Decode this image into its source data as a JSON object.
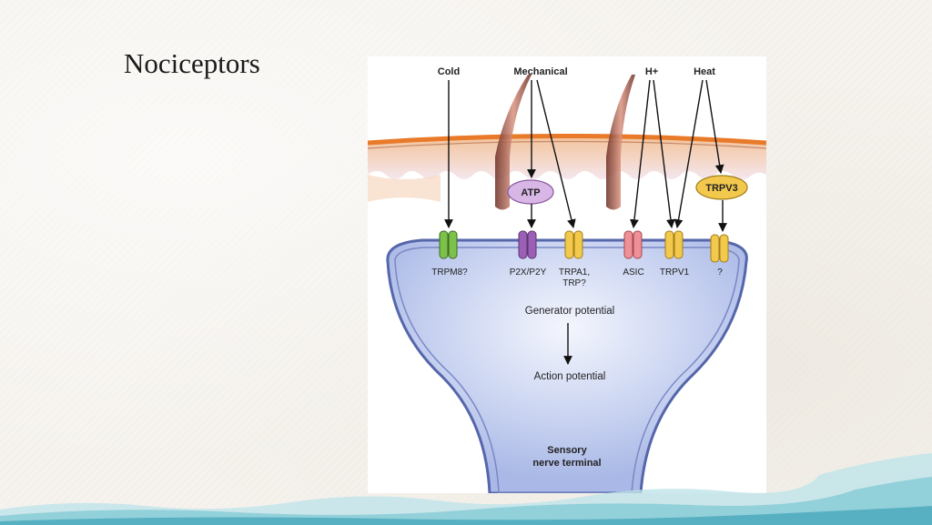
{
  "slide": {
    "title": "Nociceptors"
  },
  "diagram": {
    "stimuli": {
      "cold": "Cold",
      "mechanical": "Mechanical",
      "h_plus": "H+",
      "heat": "Heat"
    },
    "mediators": {
      "atp": "ATP",
      "trpv3": "TRPV3"
    },
    "channels": {
      "trpm8": "TRPM8?",
      "p2x": "P2X/P2Y",
      "trpa1_line1": "TRPA1,",
      "trpa1_line2": "TRP?",
      "asic": "ASIC",
      "trpv1": "TRPV1",
      "unknown": "?"
    },
    "inner": {
      "generator": "Generator potential",
      "action": "Action potential",
      "terminal_line1": "Sensory",
      "terminal_line2": "nerve terminal"
    },
    "colors": {
      "trpm8": "#7cc24a",
      "p2x": "#9b5fb5",
      "trpa1": "#f2c94c",
      "asic": "#ef8f96",
      "trpv1": "#f2c94c",
      "trpv3": "#f2c94c",
      "atp": "#d8b7e6",
      "terminal_fill": "#b8c6ec",
      "terminal_edge": "#5566aa",
      "skin_top": "#e97a2a",
      "skin_body": "#efd9e2"
    }
  }
}
